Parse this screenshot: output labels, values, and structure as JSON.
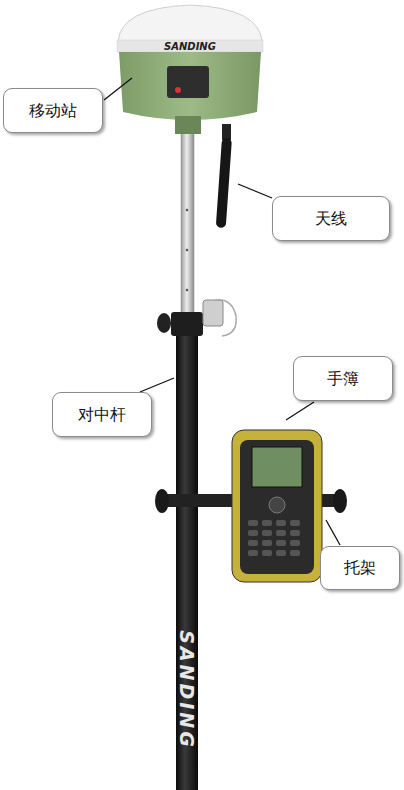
{
  "diagram": {
    "nodes": [
      {
        "text": [
          "移动站"
        ]
      },
      {
        "text": [
          "天线"
        ]
      },
      {
        "text": [
          "对中杆"
        ]
      },
      {
        "text": [
          "手簿"
        ]
      },
      {
        "text": [
          "托架"
        ]
      }
    ],
    "labels": [
      "SANDING",
      "SANDING"
    ]
  }
}
